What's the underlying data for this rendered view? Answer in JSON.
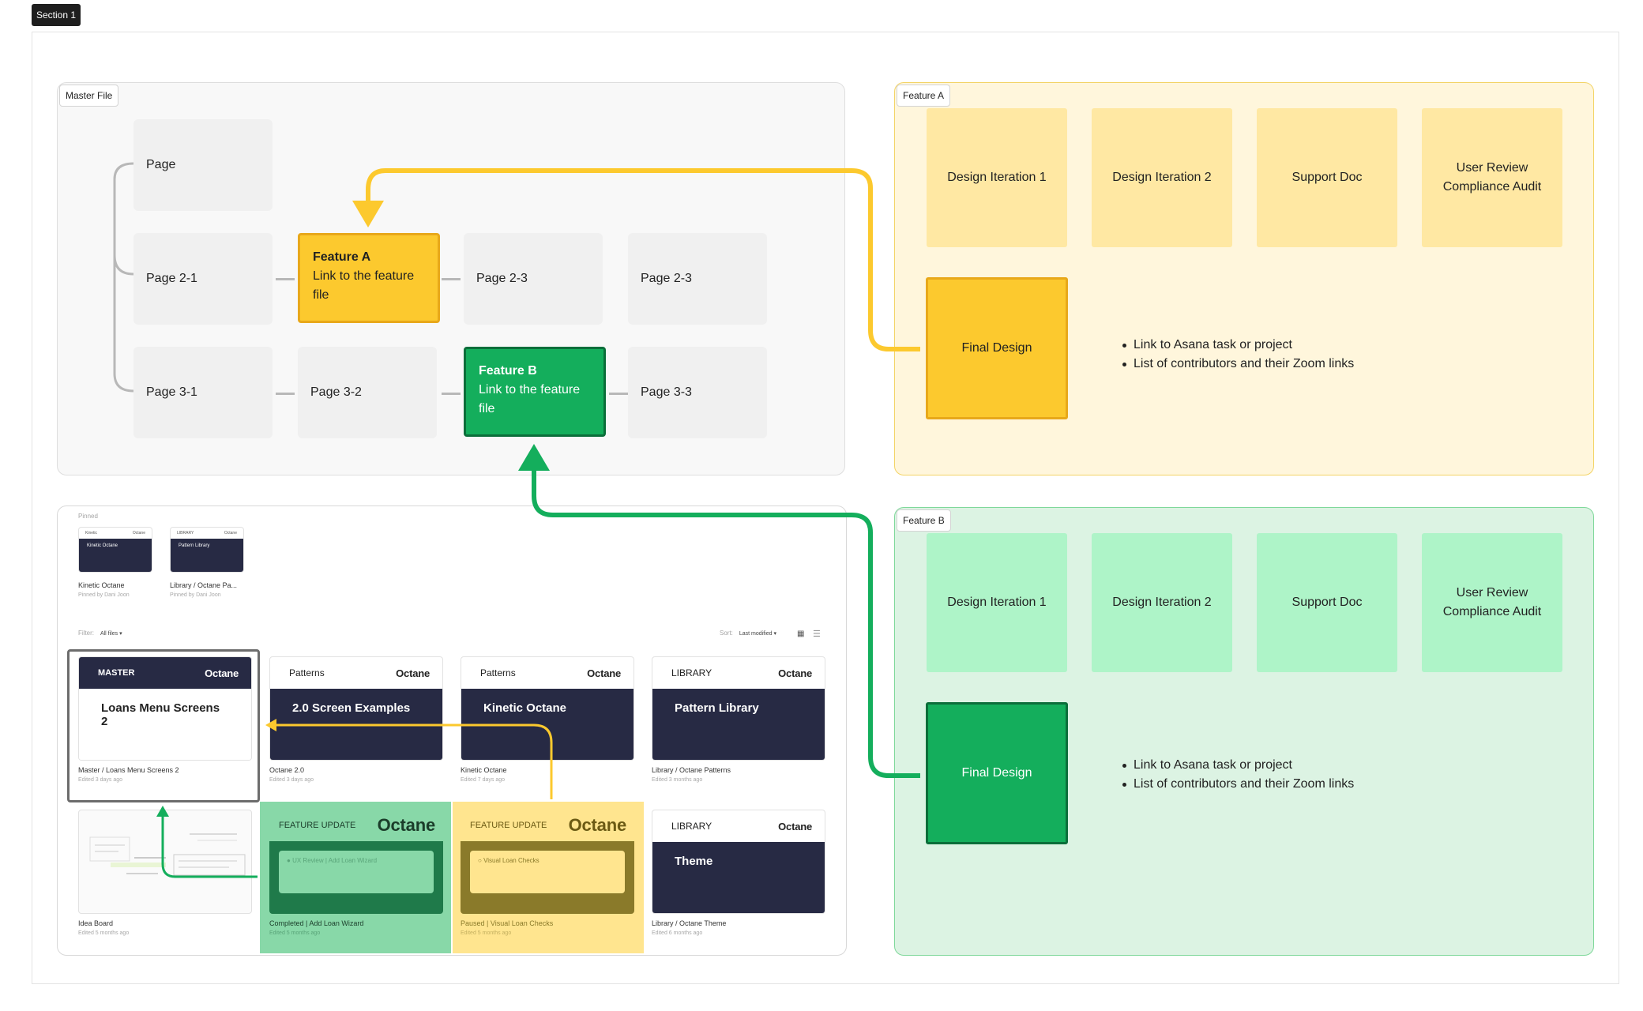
{
  "section": {
    "label": "Section 1"
  },
  "master": {
    "label": "Master File",
    "pages": {
      "root": "Page",
      "p21": "Page 2-1",
      "p23a": "Page 2-3",
      "p23b": "Page 2-3",
      "p31": "Page 3-1",
      "p32": "Page 3-2",
      "p33": "Page 3-3"
    },
    "feature_a": {
      "title": "Feature A",
      "line1": "Link to the feature",
      "line2": "file"
    },
    "feature_b": {
      "title": "Feature B",
      "line1": "Link to the feature",
      "line2": "file"
    }
  },
  "feature_a_panel": {
    "label": "Feature A",
    "tiles": [
      "Design Iteration 1",
      "Design Iteration 2",
      "Support Doc"
    ],
    "review_line1": "User Review",
    "review_line2": "Compliance Audit",
    "final": "Final Design",
    "bullets": [
      "Link to Asana task or project",
      "List of contributors and their Zoom links"
    ]
  },
  "feature_b_panel": {
    "label": "Feature B",
    "tiles": [
      "Design Iteration 1",
      "Design Iteration 2",
      "Support Doc"
    ],
    "review_line1": "User Review",
    "review_line2": "Compliance Audit",
    "final": "Final Design",
    "bullets": [
      "Link to Asana task or project",
      "List of contributors and their Zoom links"
    ]
  },
  "files": {
    "pinned_label": "Pinned",
    "pinned": [
      {
        "hd_left": "Kinetic",
        "hd_right": "Octane",
        "body": "Kinetic Octane",
        "title": "Kinetic Octane",
        "sub": "Pinned by Dani Joon"
      },
      {
        "hd_left": "LIBRARY",
        "hd_right": "Octane",
        "body": "Pattern Library",
        "title": "Library / Octane Pa...",
        "sub": "Pinned by Dani Joon"
      }
    ],
    "filter_label": "Filter:",
    "filter_value": "All files ▾",
    "sort_label": "Sort:",
    "sort_value": "Last modified ▾",
    "cards": [
      {
        "hd_left": "MASTER",
        "hd_right": "Octane",
        "body": "Loans Menu Screens 2",
        "title": "Master / Loans Menu Screens 2",
        "sub": "Edited 3 days ago"
      },
      {
        "hd_left": "Patterns",
        "hd_right": "Octane",
        "body": "2.0 Screen Examples",
        "title": "Octane 2.0",
        "sub": "Edited 3 days ago"
      },
      {
        "hd_left": "Patterns",
        "hd_right": "Octane",
        "body": "Kinetic Octane",
        "title": "Kinetic Octane",
        "sub": "Edited 7 days ago"
      },
      {
        "hd_left": "LIBRARY",
        "hd_right": "Octane",
        "body": "Pattern Library",
        "title": "Library / Octane Patterns",
        "sub": "Edited 3 months ago"
      },
      {
        "title": "Idea Board",
        "sub": "Edited 5 months ago"
      },
      {
        "hd_left": "FEATURE UPDATE",
        "hd_right": "Octane",
        "inner": "UX Review | Add Loan Wizard",
        "title": "Completed | Add Loan Wizard",
        "sub": "Edited 5 months ago"
      },
      {
        "hd_left": "FEATURE UPDATE",
        "hd_right": "Octane",
        "inner": "Visual Loan Checks",
        "title": "Paused | Visual Loan Checks",
        "sub": "Edited 5 months ago"
      },
      {
        "hd_left": "LIBRARY",
        "hd_right": "Octane",
        "body": "Theme",
        "title": "Library / Octane Theme",
        "sub": "Edited 6 months ago"
      }
    ]
  },
  "colors": {
    "yellow": "#fcc92e",
    "yellow_dark": "#e8a81a",
    "green": "#14ae5c",
    "green_dark": "#0b6e3a",
    "navy": "#272a44"
  }
}
